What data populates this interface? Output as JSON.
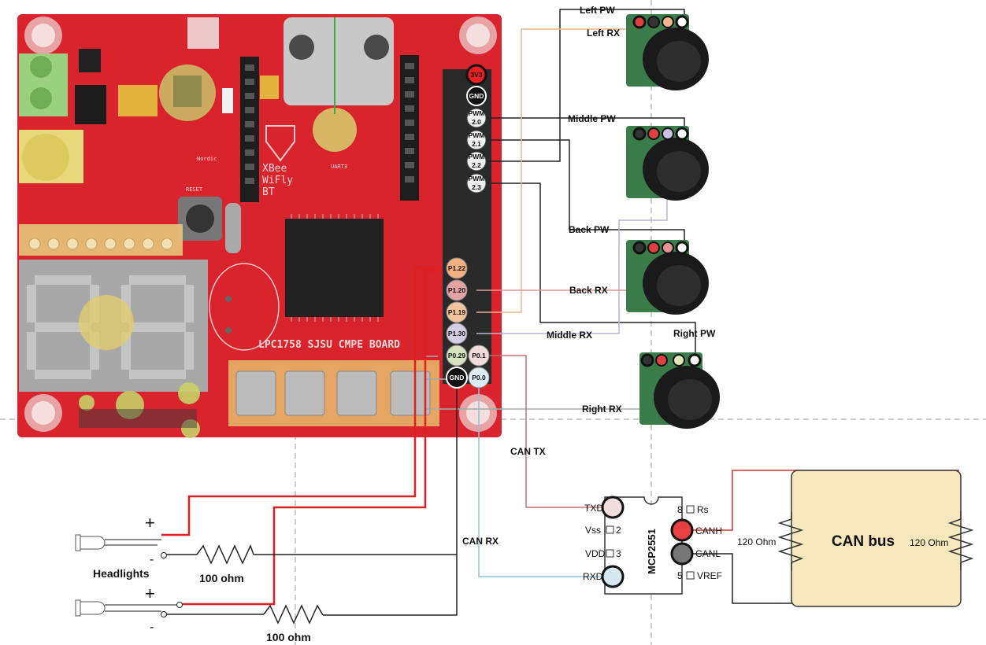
{
  "board": {
    "silkscreen_title": "LPC1758 SJSU CMPE BOARD",
    "xbee_text": [
      "XBee",
      "WiFly",
      "BT"
    ],
    "nordic_text": "Nordic",
    "reset_text": "RESET",
    "uart_text": "UART3"
  },
  "header_pins": {
    "v33": "3V3",
    "gnd_top": "GND",
    "pwm": [
      {
        "l1": "PWM",
        "l2": "2.0"
      },
      {
        "l1": "PWM",
        "l2": "2.1"
      },
      {
        "l1": "PWM",
        "l2": "2.2"
      },
      {
        "l1": "PWM",
        "l2": "2.3"
      }
    ],
    "p122": "P1.22",
    "p120": "P1.20",
    "p119": "P1.19",
    "p130": "P1.30",
    "p029": "P0.29",
    "p01": "P0.1",
    "gnd_bottom": "GND",
    "p00": "P0.0"
  },
  "sensor_labels": {
    "left_pw": "Left PW",
    "left_rx": "Left RX",
    "middle_pw": "Middle PW",
    "back_pw": "Back PW",
    "back_rx": "Back RX",
    "middle_rx": "Middle RX",
    "right_pw": "Right PW",
    "right_rx": "Right RX"
  },
  "can_labels": {
    "can_tx": "CAN TX",
    "can_rx": "CAN RX"
  },
  "mcp2551": {
    "name": "MCP2551",
    "txd": "TXD",
    "vss": "Vss",
    "vdd": "VDD",
    "rxd": "RXD",
    "pin2": "2",
    "pin3": "3",
    "pin5": "5",
    "pin8": "8",
    "rs": "Rs",
    "canh": "CANH",
    "canl": "CANL",
    "vref": "VREF"
  },
  "can_bus": {
    "title": "CAN bus",
    "res_left": "120 Ohm",
    "res_right": "120 Ohm"
  },
  "leds": {
    "headlights": "Headlights",
    "plus": "+",
    "minus": "-",
    "res1": "100 ohm",
    "res2": "100 ohm"
  },
  "colors": {
    "board": "#d9232d",
    "wire_red": "#e02020",
    "wire_black": "#222222",
    "wire_orange": "#f0b48a",
    "wire_lavender": "#b9b4d8",
    "wire_pink": "#e89494",
    "wire_blue": "#8cc4dc",
    "can_fill": "#f7e7bd"
  }
}
